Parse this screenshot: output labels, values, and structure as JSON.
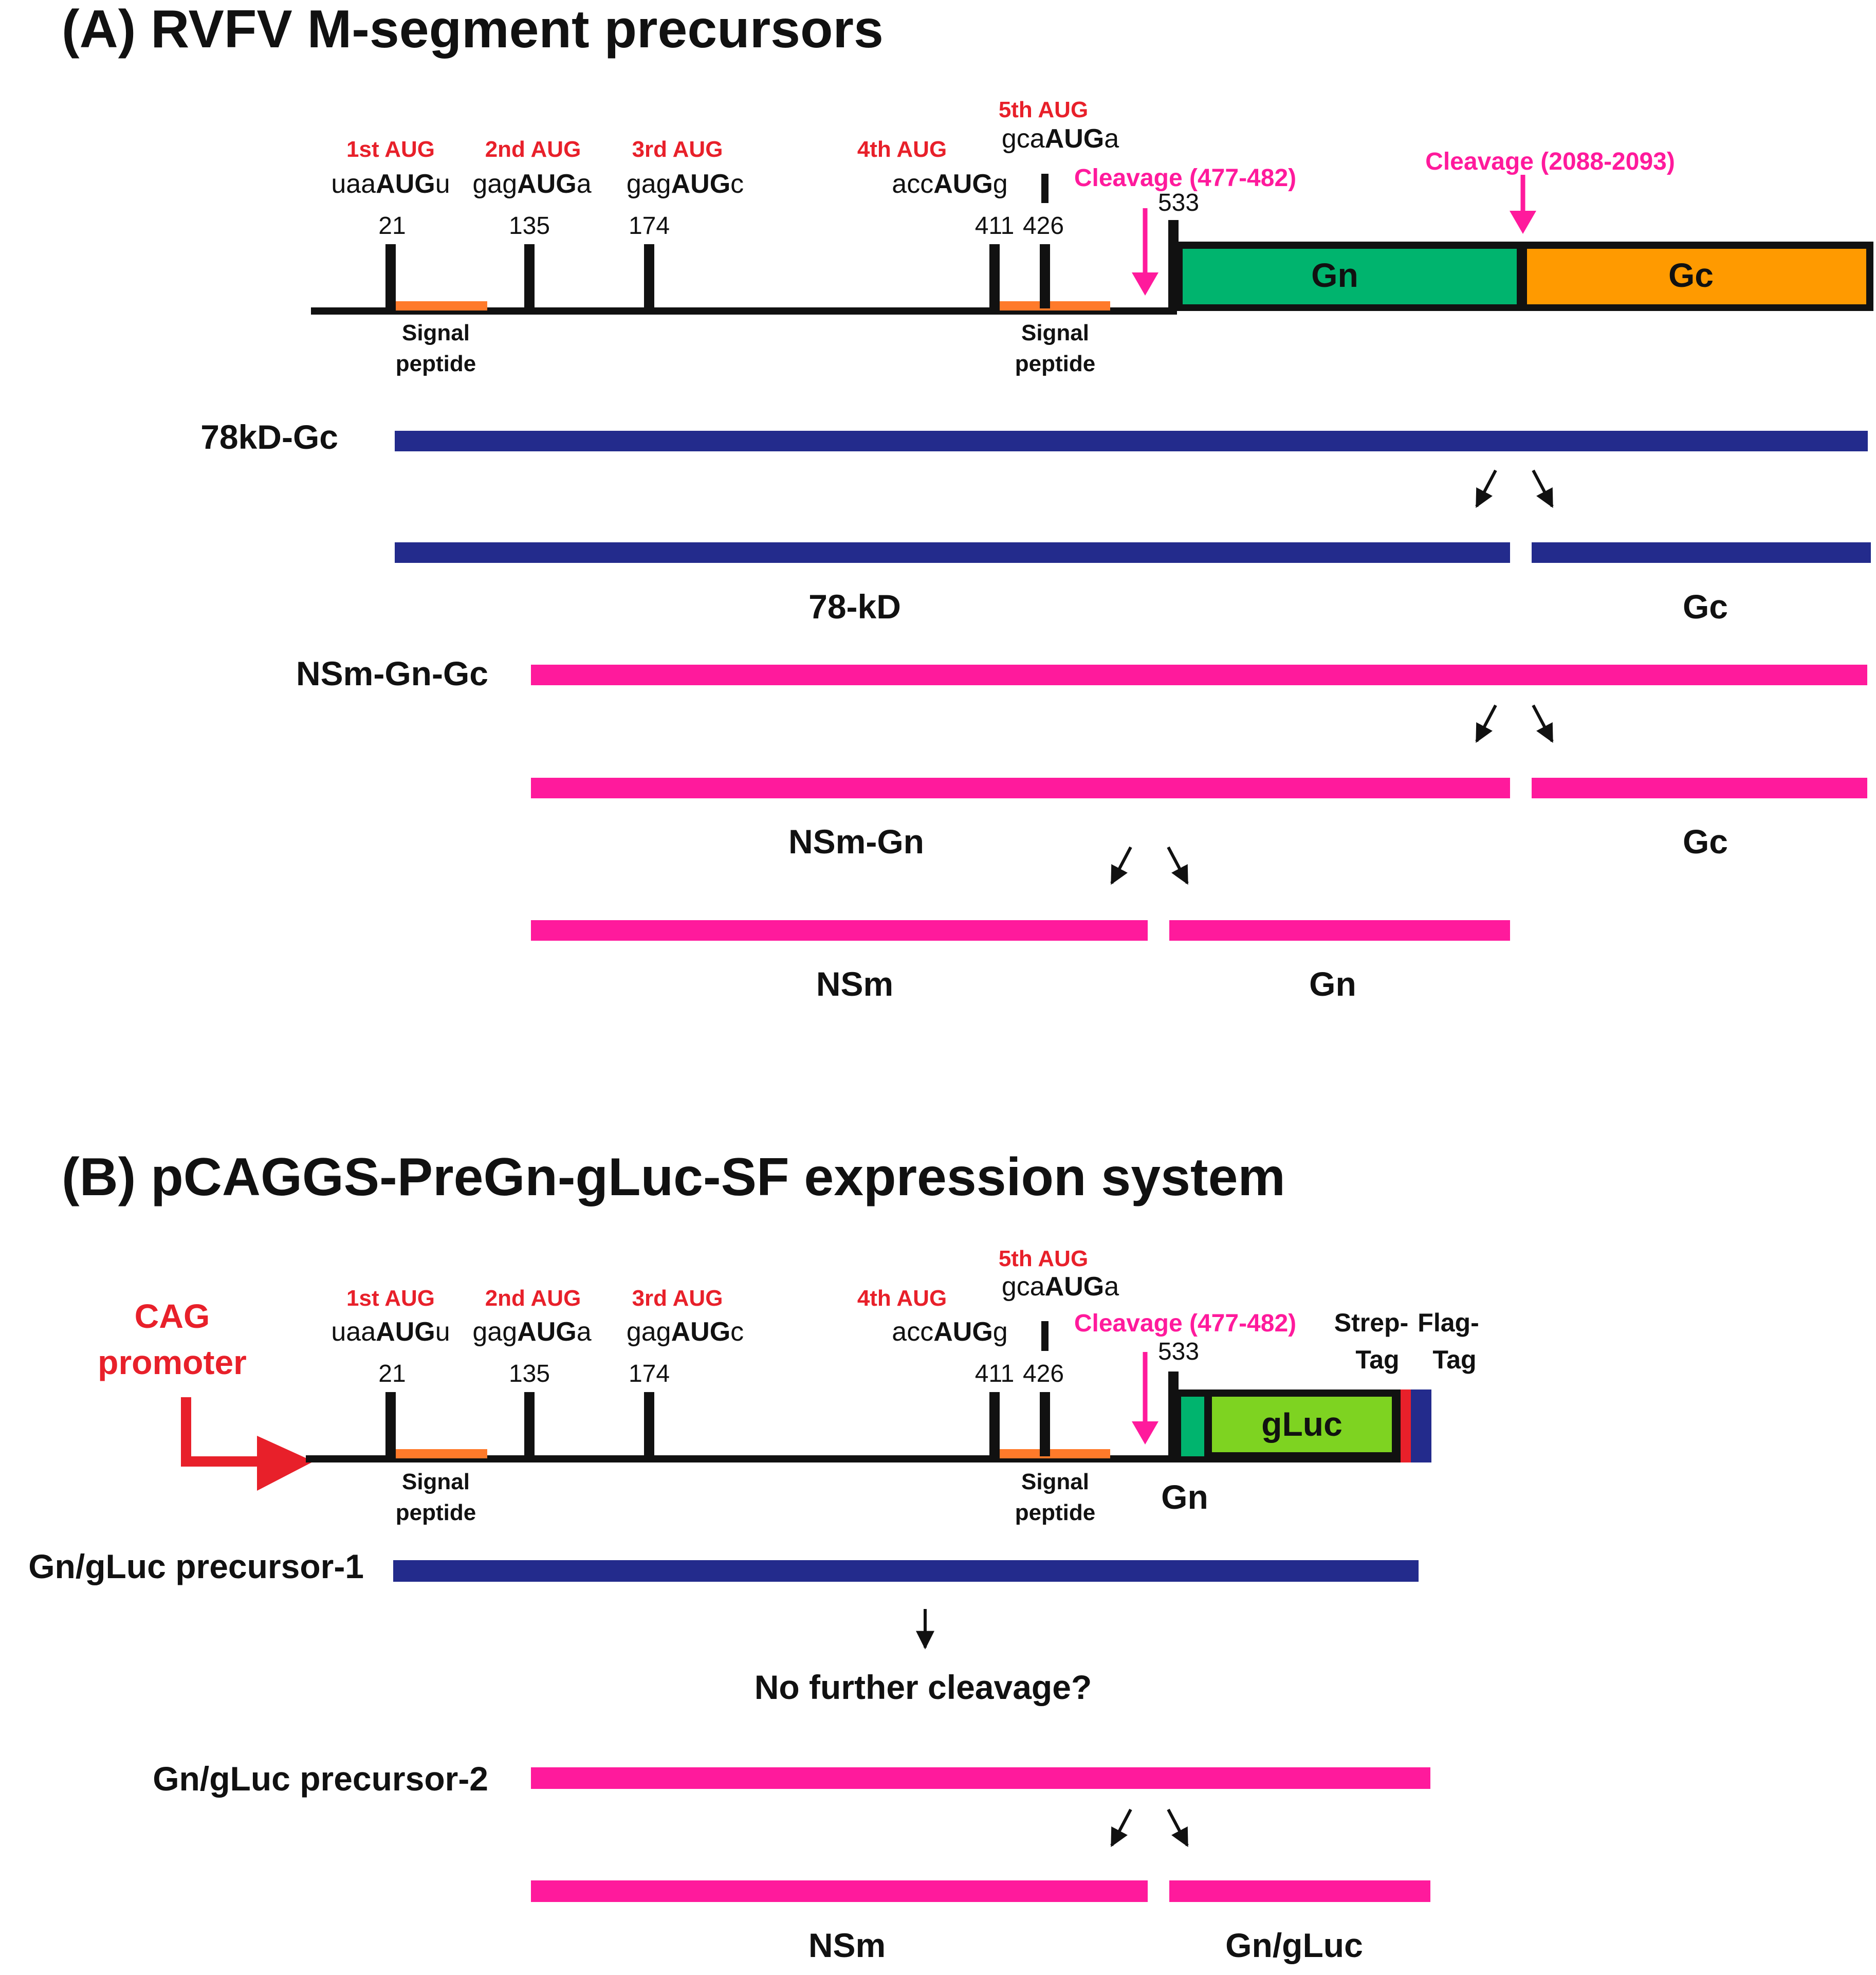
{
  "panel_a": {
    "title": "(A)  RVFV M-segment precursors",
    "augs": [
      {
        "label": "1st AUG",
        "pre": "uaa",
        "core": "AUG",
        "post": "u",
        "pos": "21"
      },
      {
        "label": "2nd AUG",
        "pre": "gag",
        "core": "AUG",
        "post": "a",
        "pos": "135"
      },
      {
        "label": "3rd AUG",
        "pre": "gag",
        "core": "AUG",
        "post": "c",
        "pos": "174"
      },
      {
        "label": "4th AUG",
        "pre": "acc",
        "core": "AUG",
        "post": "g",
        "pos": "411"
      },
      {
        "label": "5th AUG",
        "pre": "gca",
        "core": "AUG",
        "post": "a",
        "pos": "426"
      }
    ],
    "gn_start": "533",
    "cleavage_1": "Cleavage (477-482)",
    "cleavage_2": "Cleavage (2088-2093)",
    "signal_peptide_1": [
      "Signal",
      "peptide"
    ],
    "signal_peptide_2": [
      "Signal",
      "peptide"
    ],
    "domain_gn": "Gn",
    "domain_gc": "Gc",
    "precursor_1": "78kD-Gc",
    "product_78kd": "78-kD",
    "product_gc_1": "Gc",
    "precursor_2": "NSm-Gn-Gc",
    "product_nsm_gn": "NSm-Gn",
    "product_gc_2": "Gc",
    "product_nsm": "NSm",
    "product_gn": "Gn"
  },
  "panel_b": {
    "title": "(B)  pCAGGS-PreGn-gLuc-SF expression system",
    "promoter": [
      "CAG",
      "promoter"
    ],
    "augs": [
      {
        "label": "1st AUG",
        "pre": "uaa",
        "core": "AUG",
        "post": "u",
        "pos": "21"
      },
      {
        "label": "2nd AUG",
        "pre": "gag",
        "core": "AUG",
        "post": "a",
        "pos": "135"
      },
      {
        "label": "3rd AUG",
        "pre": "gag",
        "core": "AUG",
        "post": "c",
        "pos": "174"
      },
      {
        "label": "4th AUG",
        "pre": "acc",
        "core": "AUG",
        "post": "g",
        "pos": "411"
      },
      {
        "label": "5th AUG",
        "pre": "gca",
        "core": "AUG",
        "post": "a",
        "pos": "426"
      }
    ],
    "gn_start": "533",
    "cleavage_1": "Cleavage (477-482)",
    "signal_peptide_1": [
      "Signal",
      "peptide"
    ],
    "signal_peptide_2": [
      "Signal",
      "peptide"
    ],
    "domain_gluc": "gLuc",
    "gn_label": "Gn",
    "strep_tag": [
      "Strep-",
      "Tag"
    ],
    "flag_tag": [
      "Flag-",
      "Tag"
    ],
    "precursor_1": "Gn/gLuc precursor-1",
    "no_cleavage": "No further cleavage?",
    "precursor_2": "Gn/gLuc precursor-2",
    "product_nsm": "NSm",
    "product_gn_gluc": "Gn/gLuc"
  },
  "colors": {
    "blue": "#232b8c",
    "pink": "#ff1a9c",
    "green": "#00b46e",
    "orange": "#ff9a00",
    "signal": "#ff7a2a",
    "gluc_green": "#7ed321",
    "red": "#e8202a"
  }
}
